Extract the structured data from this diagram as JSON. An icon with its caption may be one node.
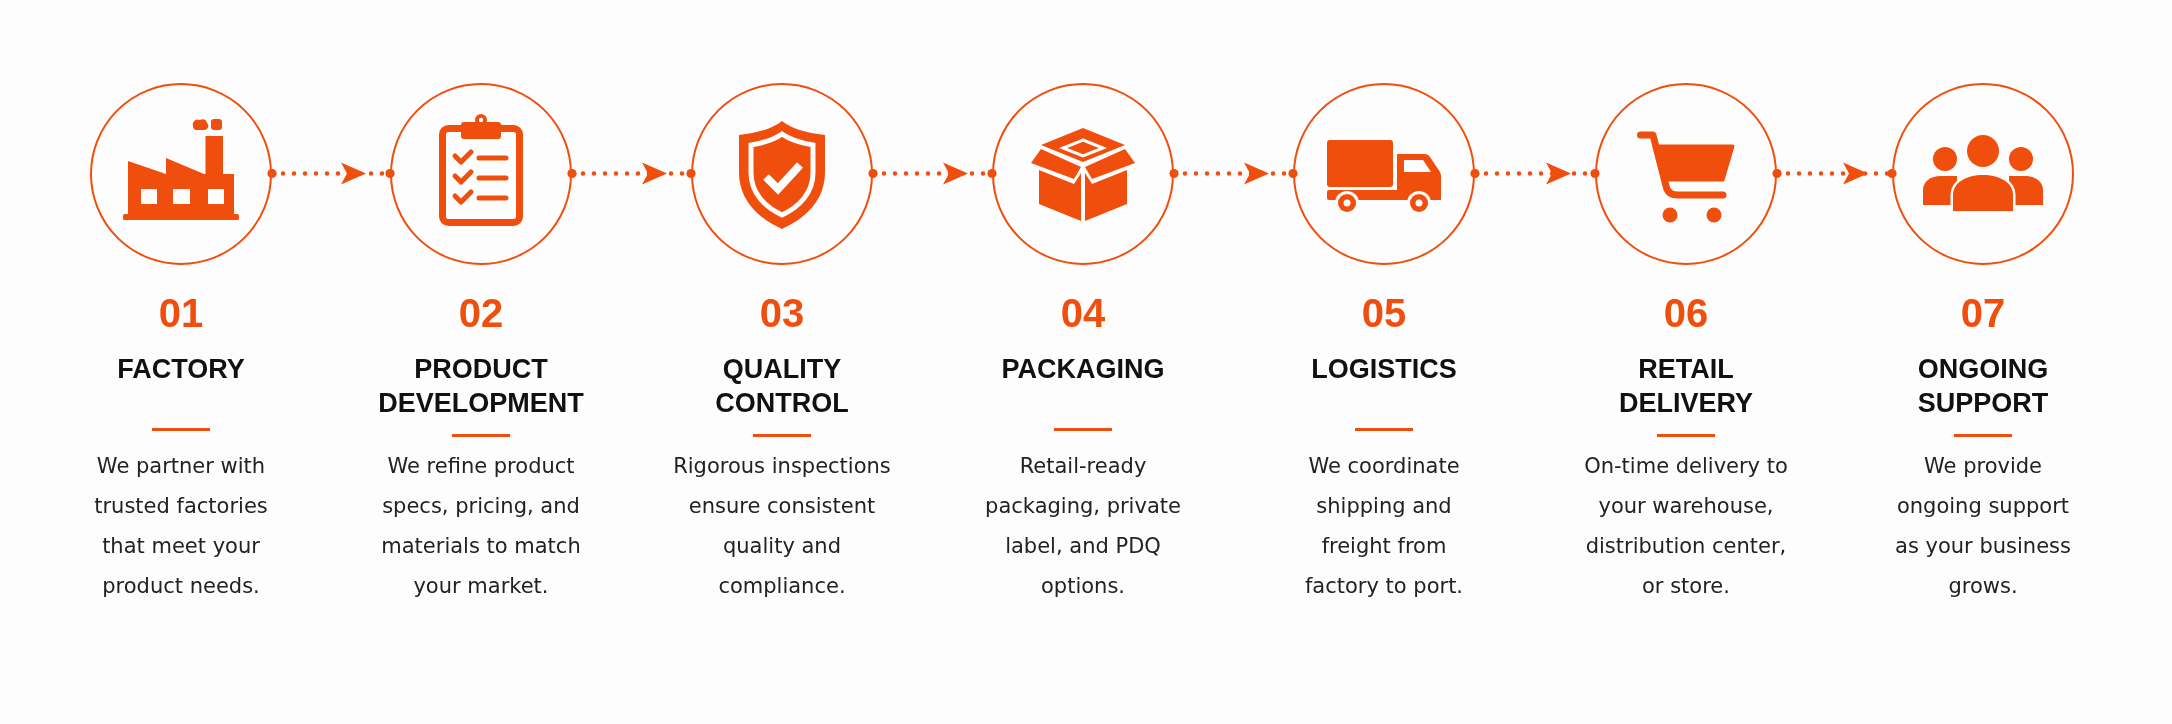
{
  "diagram": {
    "nodes": [
      {
        "text": [],
        "shape": "circle",
        "beside": [
          "01",
          "FACTORY",
          "We partner with trusted factories that meet your product needs."
        ]
      },
      {
        "text": [],
        "shape": "circle",
        "beside": [
          "02",
          "PRODUCT DEVELOPMENT",
          "We refine product specs, pricing, and materials to match your market."
        ]
      },
      {
        "text": [],
        "shape": "circle",
        "beside": [
          "03",
          "QUALITY CONTROL",
          "Rigorous inspections ensure consistent quality and compliance."
        ]
      },
      {
        "text": [],
        "shape": "circle",
        "beside": [
          "04",
          "PACKAGING",
          "Retail-ready packaging, private label, and PDQ options."
        ]
      },
      {
        "text": [],
        "shape": "circle",
        "beside": [
          "05",
          "LOGISTICS",
          "We coordinate shipping and freight from factory to port."
        ]
      },
      {
        "text": [],
        "shape": "circle",
        "beside": [
          "06",
          "RETAIL DELIVERY",
          "On-time delivery to your warehouse, distribution center, or store."
        ]
      },
      {
        "text": [],
        "shape": "circle",
        "beside": [
          "07",
          "ONGOING SUPPORT",
          "We provide ongoing support as your business grows."
        ]
      }
    ],
    "edges": [
      {
        "from": 0,
        "to": 1,
        "arrow": "to"
      },
      {
        "from": 1,
        "to": 2,
        "arrow": "to"
      },
      {
        "from": 2,
        "to": 3,
        "arrow": "to"
      },
      {
        "from": 3,
        "to": 4,
        "arrow": "to"
      },
      {
        "from": 4,
        "to": 5,
        "arrow": "to"
      },
      {
        "from": 5,
        "to": 6,
        "arrow": "to"
      }
    ]
  }
}
